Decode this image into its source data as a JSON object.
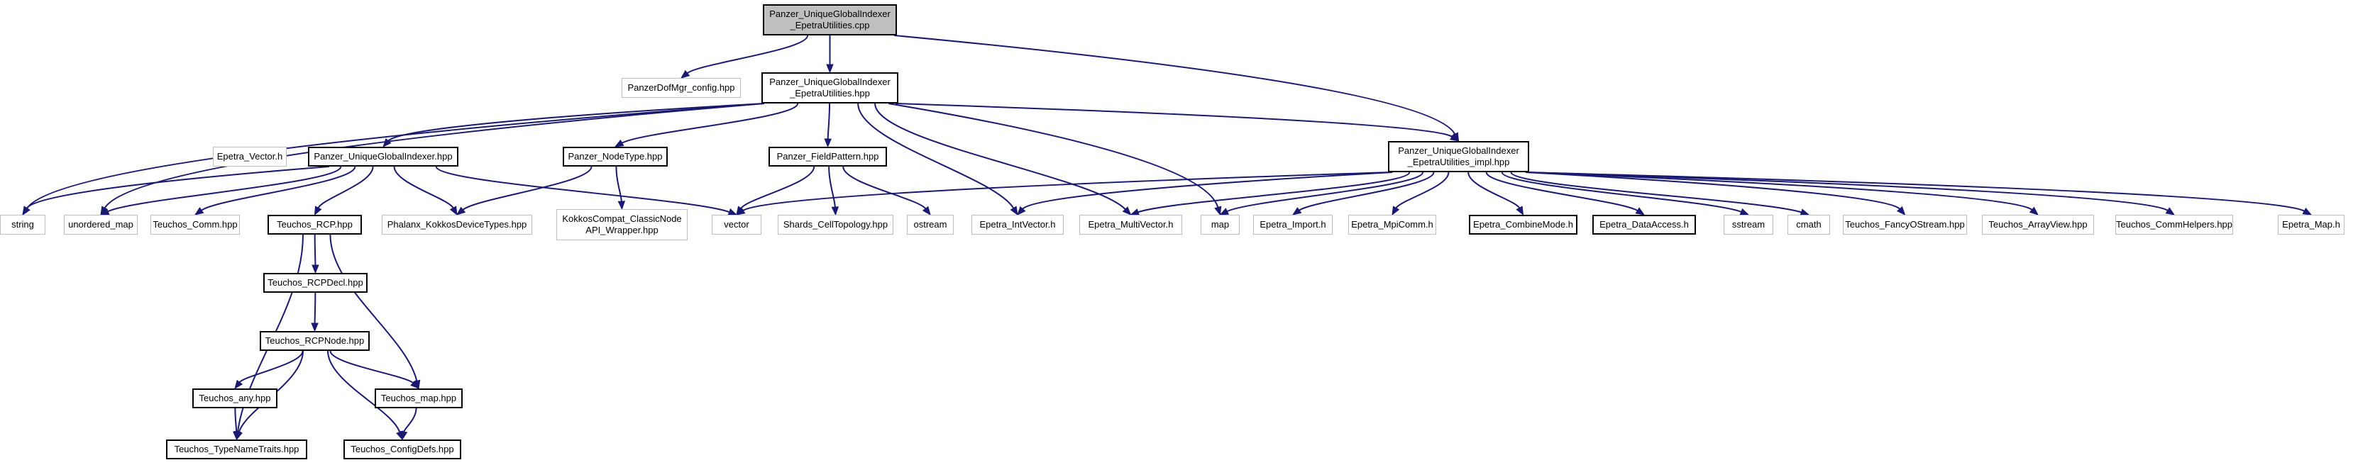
{
  "diagram": {
    "nodes": [
      {
        "id": "root",
        "label": [
          "Panzer_UniqueGlobalIndexer",
          "_EpetraUtilities.cpp"
        ],
        "style": "root"
      },
      {
        "id": "dofcfg",
        "label": [
          "PanzerDofMgr_config.hpp"
        ],
        "style": "faint"
      },
      {
        "id": "eu_hpp",
        "label": [
          "Panzer_UniqueGlobalIndexer",
          "_EpetraUtilities.hpp"
        ],
        "style": "solid"
      },
      {
        "id": "eu_impl",
        "label": [
          "Panzer_UniqueGlobalIndexer",
          "_EpetraUtilities_impl.hpp"
        ],
        "style": "solid"
      },
      {
        "id": "string",
        "label": [
          "string"
        ],
        "style": "faint"
      },
      {
        "id": "umap",
        "label": [
          "unordered_map"
        ],
        "style": "faint"
      },
      {
        "id": "ep_vector",
        "label": [
          "Epetra_Vector.h"
        ],
        "style": "faint"
      },
      {
        "id": "ugi_hpp",
        "label": [
          "Panzer_UniqueGlobalIndexer.hpp"
        ],
        "style": "solid"
      },
      {
        "id": "nodetype",
        "label": [
          "Panzer_NodeType.hpp"
        ],
        "style": "solid"
      },
      {
        "id": "fieldpattern",
        "label": [
          "Panzer_FieldPattern.hpp"
        ],
        "style": "solid"
      },
      {
        "id": "t_comm",
        "label": [
          "Teuchos_Comm.hpp"
        ],
        "style": "faint"
      },
      {
        "id": "t_rcp",
        "label": [
          "Teuchos_RCP.hpp"
        ],
        "style": "solid"
      },
      {
        "id": "phalanx",
        "label": [
          "Phalanx_KokkosDeviceTypes.hpp"
        ],
        "style": "faint"
      },
      {
        "id": "kokkos",
        "label": [
          "KokkosCompat_ClassicNode",
          "API_Wrapper.hpp"
        ],
        "style": "faint"
      },
      {
        "id": "vector",
        "label": [
          "vector"
        ],
        "style": "faint"
      },
      {
        "id": "shards",
        "label": [
          "Shards_CellTopology.hpp"
        ],
        "style": "faint"
      },
      {
        "id": "ostream",
        "label": [
          "ostream"
        ],
        "style": "faint"
      },
      {
        "id": "intvector",
        "label": [
          "Epetra_IntVector.h"
        ],
        "style": "faint"
      },
      {
        "id": "multivector",
        "label": [
          "Epetra_MultiVector.h"
        ],
        "style": "faint"
      },
      {
        "id": "map",
        "label": [
          "map"
        ],
        "style": "faint"
      },
      {
        "id": "ep_import",
        "label": [
          "Epetra_Import.h"
        ],
        "style": "faint"
      },
      {
        "id": "ep_mpicomm",
        "label": [
          "Epetra_MpiComm.h"
        ],
        "style": "faint"
      },
      {
        "id": "ep_combine",
        "label": [
          "Epetra_CombineMode.h"
        ],
        "style": "solid"
      },
      {
        "id": "ep_data",
        "label": [
          "Epetra_DataAccess.h"
        ],
        "style": "solid"
      },
      {
        "id": "sstream",
        "label": [
          "sstream"
        ],
        "style": "faint"
      },
      {
        "id": "cmath",
        "label": [
          "cmath"
        ],
        "style": "faint"
      },
      {
        "id": "fancyo",
        "label": [
          "Teuchos_FancyOStream.hpp"
        ],
        "style": "faint"
      },
      {
        "id": "arrayview",
        "label": [
          "Teuchos_ArrayView.hpp"
        ],
        "style": "faint"
      },
      {
        "id": "commhelpers",
        "label": [
          "Teuchos_CommHelpers.hpp"
        ],
        "style": "faint"
      },
      {
        "id": "ep_map",
        "label": [
          "Epetra_Map.h"
        ],
        "style": "faint"
      },
      {
        "id": "rcpdecl",
        "label": [
          "Teuchos_RCPDecl.hpp"
        ],
        "style": "solid"
      },
      {
        "id": "rcpnode",
        "label": [
          "Teuchos_RCPNode.hpp"
        ],
        "style": "solid"
      },
      {
        "id": "t_any",
        "label": [
          "Teuchos_any.hpp"
        ],
        "style": "solid"
      },
      {
        "id": "t_map",
        "label": [
          "Teuchos_map.hpp"
        ],
        "style": "solid"
      },
      {
        "id": "typename",
        "label": [
          "Teuchos_TypeNameTraits.hpp"
        ],
        "style": "solid"
      },
      {
        "id": "configdefs",
        "label": [
          "Teuchos_ConfigDefs.hpp"
        ],
        "style": "solid"
      }
    ],
    "edges": [
      [
        "root",
        "dofcfg"
      ],
      [
        "root",
        "eu_hpp"
      ],
      [
        "root",
        "eu_impl"
      ],
      [
        "eu_hpp",
        "string"
      ],
      [
        "eu_hpp",
        "umap"
      ],
      [
        "eu_hpp",
        "ugi_hpp"
      ],
      [
        "eu_hpp",
        "nodetype"
      ],
      [
        "eu_hpp",
        "fieldpattern"
      ],
      [
        "eu_hpp",
        "intvector"
      ],
      [
        "eu_hpp",
        "multivector"
      ],
      [
        "eu_hpp",
        "map"
      ],
      [
        "eu_hpp",
        "eu_impl"
      ],
      [
        "ugi_hpp",
        "string"
      ],
      [
        "ugi_hpp",
        "umap"
      ],
      [
        "ugi_hpp",
        "t_comm"
      ],
      [
        "ugi_hpp",
        "t_rcp"
      ],
      [
        "ugi_hpp",
        "phalanx"
      ],
      [
        "ugi_hpp",
        "vector"
      ],
      [
        "nodetype",
        "phalanx"
      ],
      [
        "nodetype",
        "kokkos"
      ],
      [
        "fieldpattern",
        "vector"
      ],
      [
        "fieldpattern",
        "shards"
      ],
      [
        "fieldpattern",
        "ostream"
      ],
      [
        "eu_impl",
        "vector"
      ],
      [
        "eu_impl",
        "intvector"
      ],
      [
        "eu_impl",
        "multivector"
      ],
      [
        "eu_impl",
        "map"
      ],
      [
        "eu_impl",
        "ep_import"
      ],
      [
        "eu_impl",
        "ep_mpicomm"
      ],
      [
        "eu_impl",
        "ep_combine"
      ],
      [
        "eu_impl",
        "ep_data"
      ],
      [
        "eu_impl",
        "sstream"
      ],
      [
        "eu_impl",
        "cmath"
      ],
      [
        "eu_impl",
        "fancyo"
      ],
      [
        "eu_impl",
        "arrayview"
      ],
      [
        "eu_impl",
        "commhelpers"
      ],
      [
        "eu_impl",
        "ep_map"
      ],
      [
        "t_rcp",
        "rcpdecl"
      ],
      [
        "t_rcp",
        "t_map"
      ],
      [
        "t_rcp",
        "typename"
      ],
      [
        "rcpdecl",
        "rcpnode"
      ],
      [
        "rcpnode",
        "t_any"
      ],
      [
        "rcpnode",
        "t_map"
      ],
      [
        "rcpnode",
        "typename"
      ],
      [
        "rcpnode",
        "configdefs"
      ],
      [
        "t_any",
        "typename"
      ],
      [
        "t_map",
        "configdefs"
      ]
    ]
  }
}
